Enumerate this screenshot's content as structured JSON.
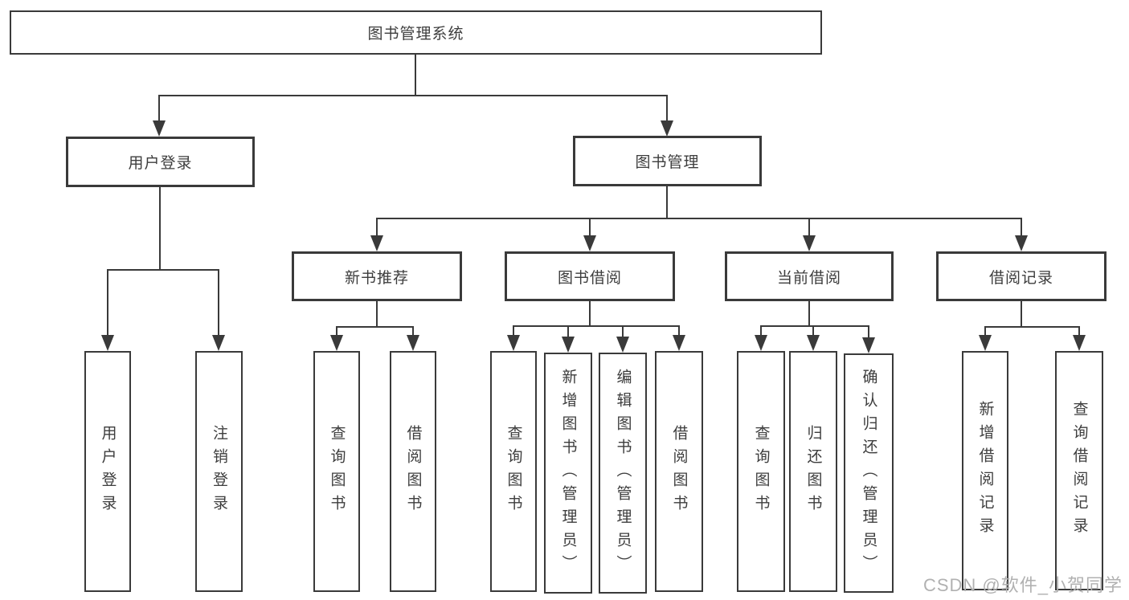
{
  "diagram_title": "图书管理系统",
  "tree": {
    "label": "图书管理系统",
    "children": [
      {
        "label": "用户登录",
        "children": [
          {
            "label": "用户登录"
          },
          {
            "label": "注销登录"
          }
        ]
      },
      {
        "label": "图书管理",
        "children": [
          {
            "label": "新书推荐",
            "children": [
              {
                "label": "查询图书"
              },
              {
                "label": "借阅图书"
              }
            ]
          },
          {
            "label": "图书借阅",
            "children": [
              {
                "label": "查询图书"
              },
              {
                "label": "新增图书（管理员）"
              },
              {
                "label": "编辑图书（管理员）"
              },
              {
                "label": "借阅图书"
              }
            ]
          },
          {
            "label": "当前借阅",
            "children": [
              {
                "label": "查询图书"
              },
              {
                "label": "归还图书"
              },
              {
                "label": "确认归还（管理员）"
              }
            ]
          },
          {
            "label": "借阅记录",
            "children": [
              {
                "label": "新增借阅记录"
              },
              {
                "label": "查询借阅记录"
              }
            ]
          }
        ]
      }
    ]
  },
  "watermark": {
    "text": "CSDN @软件_小贺同学"
  },
  "colors": {
    "line": "#3a3a3a",
    "text": "#3d3d3d",
    "background": "#ffffff",
    "watermark": "#b1b1b1"
  }
}
